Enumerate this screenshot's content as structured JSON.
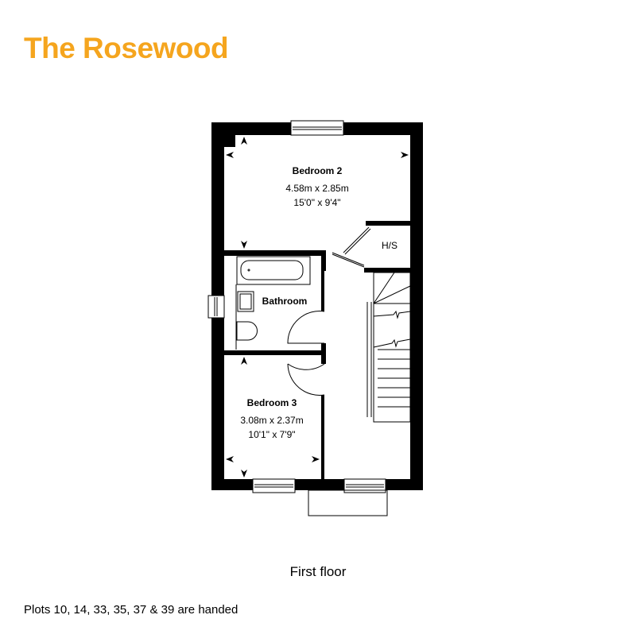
{
  "title": "The Rosewood",
  "floor_label": "First floor",
  "note": "Plots 10, 14, 33, 35, 37 & 39 are handed",
  "colors": {
    "title": "#F5A51E",
    "wall": "#000000"
  },
  "rooms": [
    {
      "name": "Bedroom 2",
      "metric": "4.58m x 2.85m",
      "imperial": "15'0\" x 9'4\""
    },
    {
      "name": "H/S"
    },
    {
      "name": "Bathroom"
    },
    {
      "name": "Bedroom 3",
      "metric": "3.08m x 2.37m",
      "imperial": "10'1\" x 7'9\""
    }
  ]
}
